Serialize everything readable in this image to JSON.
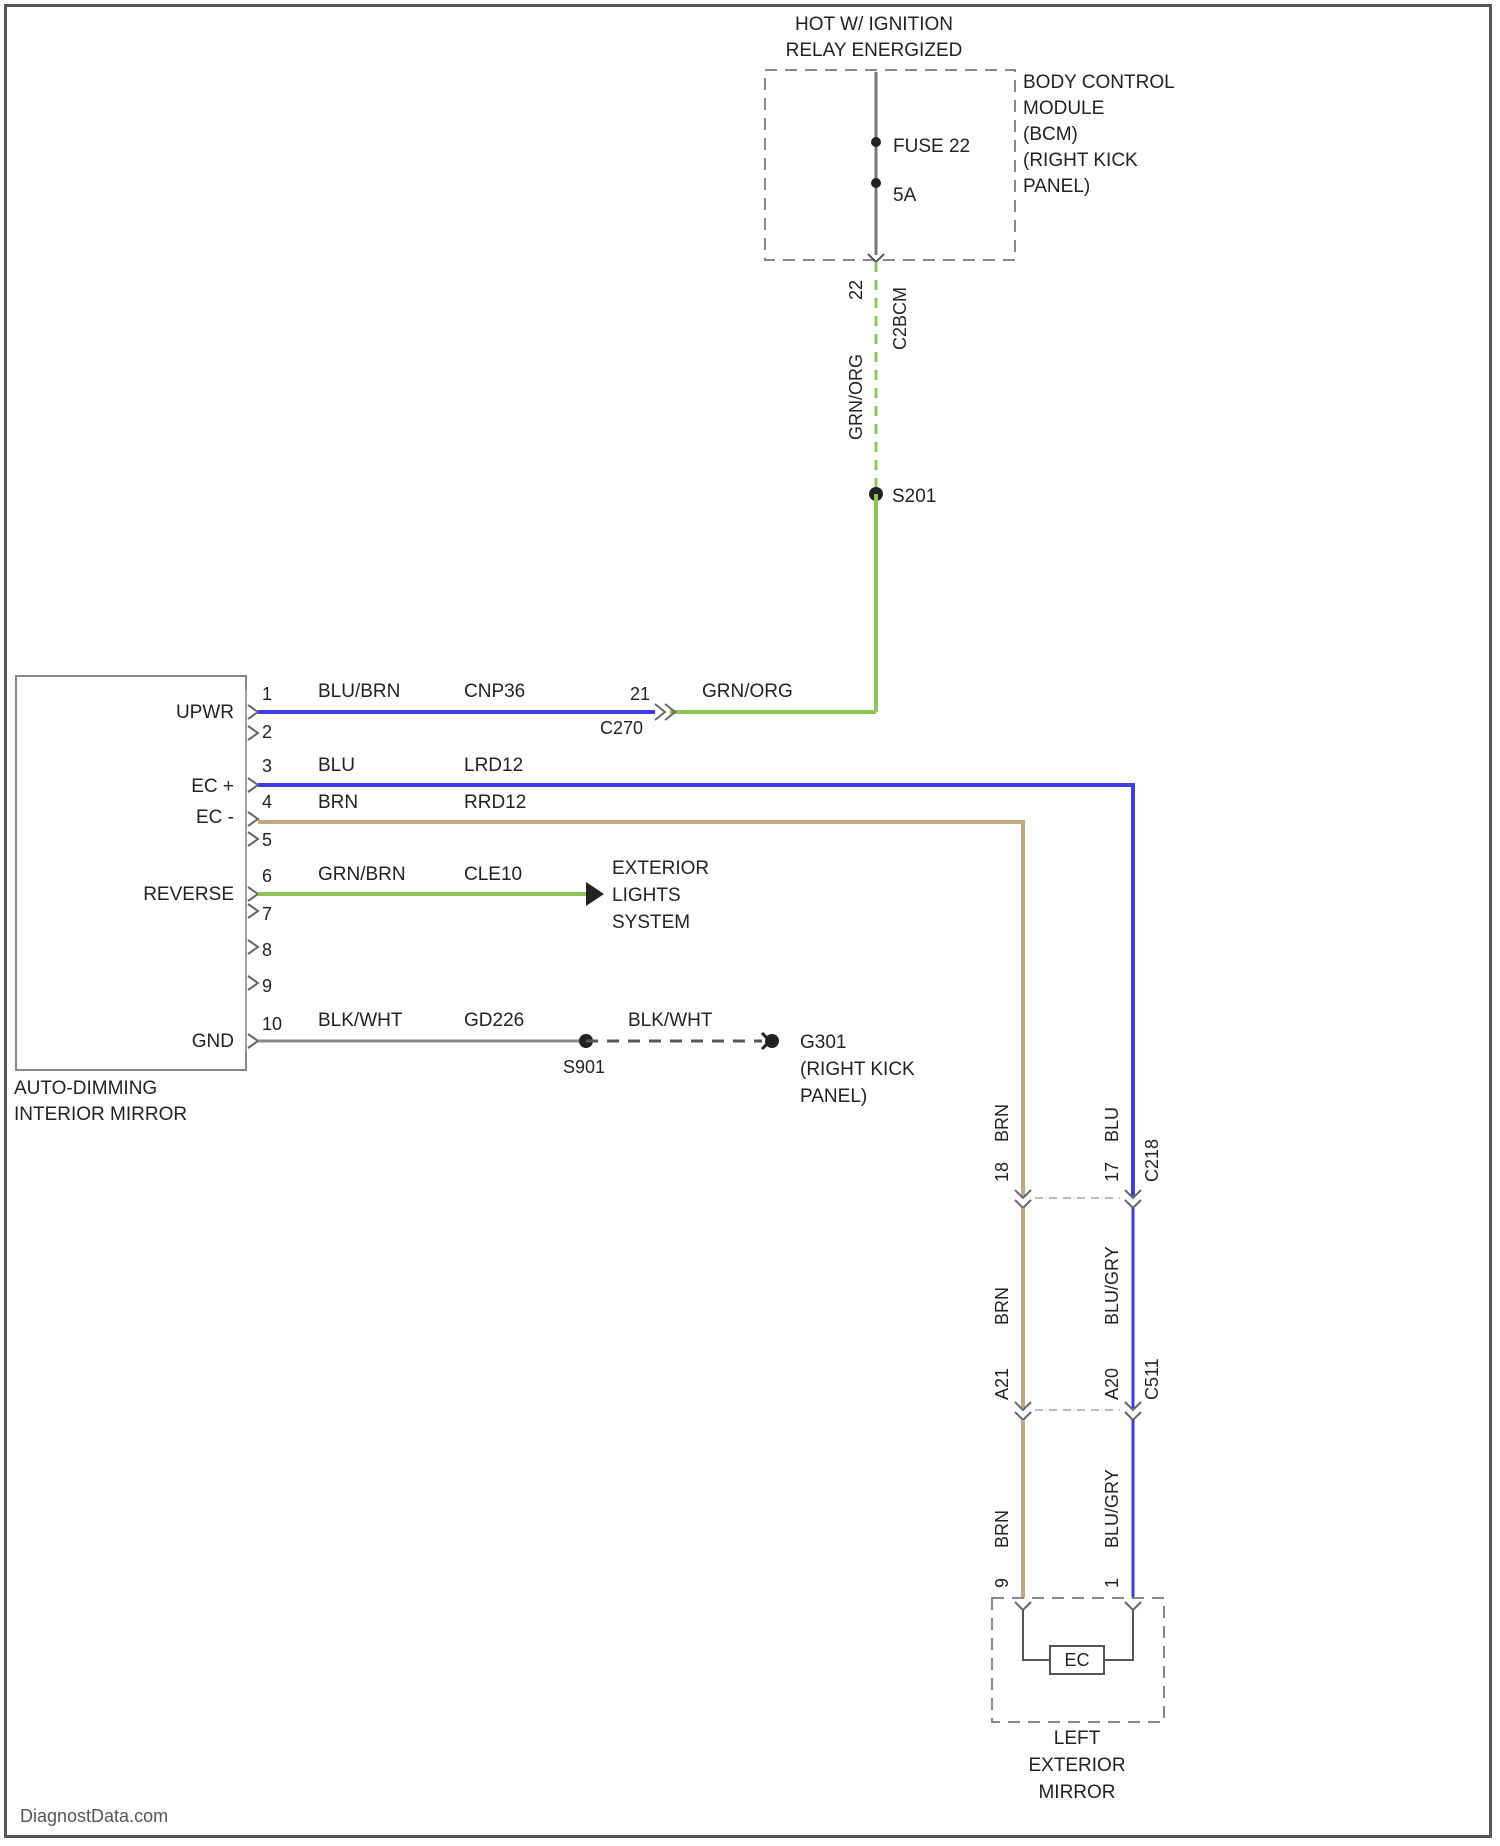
{
  "power_source": {
    "line1": "HOT W/ IGNITION",
    "line2": "RELAY ENERGIZED"
  },
  "bcm": {
    "label_lines": [
      "BODY CONTROL",
      "MODULE",
      "(BCM)",
      "(RIGHT KICK",
      "PANEL)"
    ],
    "fuse": "FUSE 22",
    "fuse_amps": "5A",
    "pin": "22",
    "connector": "C2BCM"
  },
  "riser_wire": {
    "color": "GRN/ORG",
    "splice": "S201"
  },
  "mirror_module": {
    "label_lines": [
      "AUTO-DIMMING",
      "INTERIOR MIRROR"
    ],
    "pins": [
      {
        "num": "1",
        "label": "UPWR"
      },
      {
        "num": "2",
        "label": ""
      },
      {
        "num": "3",
        "label": "EC +"
      },
      {
        "num": "4",
        "label": "EC -"
      },
      {
        "num": "5",
        "label": ""
      },
      {
        "num": "6",
        "label": "REVERSE"
      },
      {
        "num": "7",
        "label": ""
      },
      {
        "num": "8",
        "label": ""
      },
      {
        "num": "9",
        "label": ""
      },
      {
        "num": "10",
        "label": "GND"
      }
    ]
  },
  "wires": {
    "upwr": {
      "color": "BLU/BRN",
      "circuit": "CNP36",
      "inline_pin": "21",
      "inline_conn": "C270"
    },
    "upwr_bcm_side": {
      "color": "GRN/ORG"
    },
    "ec_plus": {
      "color": "BLU",
      "circuit": "LRD12"
    },
    "ec_minus": {
      "color": "BRN",
      "circuit": "RRD12"
    },
    "reverse": {
      "color": "GRN/BRN",
      "circuit": "CLE10"
    },
    "gnd": {
      "color": "BLK/WHT",
      "circuit": "GD226",
      "splice": "S901",
      "ground_color": "BLK/WHT"
    }
  },
  "exterior_lights": {
    "label_lines": [
      "EXTERIOR",
      "LIGHTS",
      "SYSTEM"
    ]
  },
  "ground_point": {
    "label_lines": [
      "G301",
      "(RIGHT KICK",
      "PANEL)"
    ]
  },
  "right_path": {
    "c1": {
      "brn_pin": "18",
      "brn_color": "BRN",
      "blu_pin": "17",
      "blu_color": "BLU",
      "connector": "C218"
    },
    "mid": {
      "brn_color": "BRN",
      "blu_color": "BLU/GRY"
    },
    "c2": {
      "brn_pin": "A21",
      "blu_pin": "A20",
      "connector": "C511"
    },
    "low": {
      "brn_color": "BRN",
      "blu_color": "BLU/GRY"
    },
    "c3": {
      "brn_pin": "9",
      "blu_pin": "1"
    }
  },
  "left_mirror": {
    "component": "EC",
    "label_lines": [
      "LEFT",
      "EXTERIOR",
      "MIRROR"
    ]
  },
  "footer": {
    "watermark": "DiagnostData.com"
  },
  "colors": {
    "blue": "#3c3ce8",
    "green": "#8fc556",
    "tan": "#bfa882",
    "gray": "#8a8a8a",
    "dark": "#222222"
  }
}
